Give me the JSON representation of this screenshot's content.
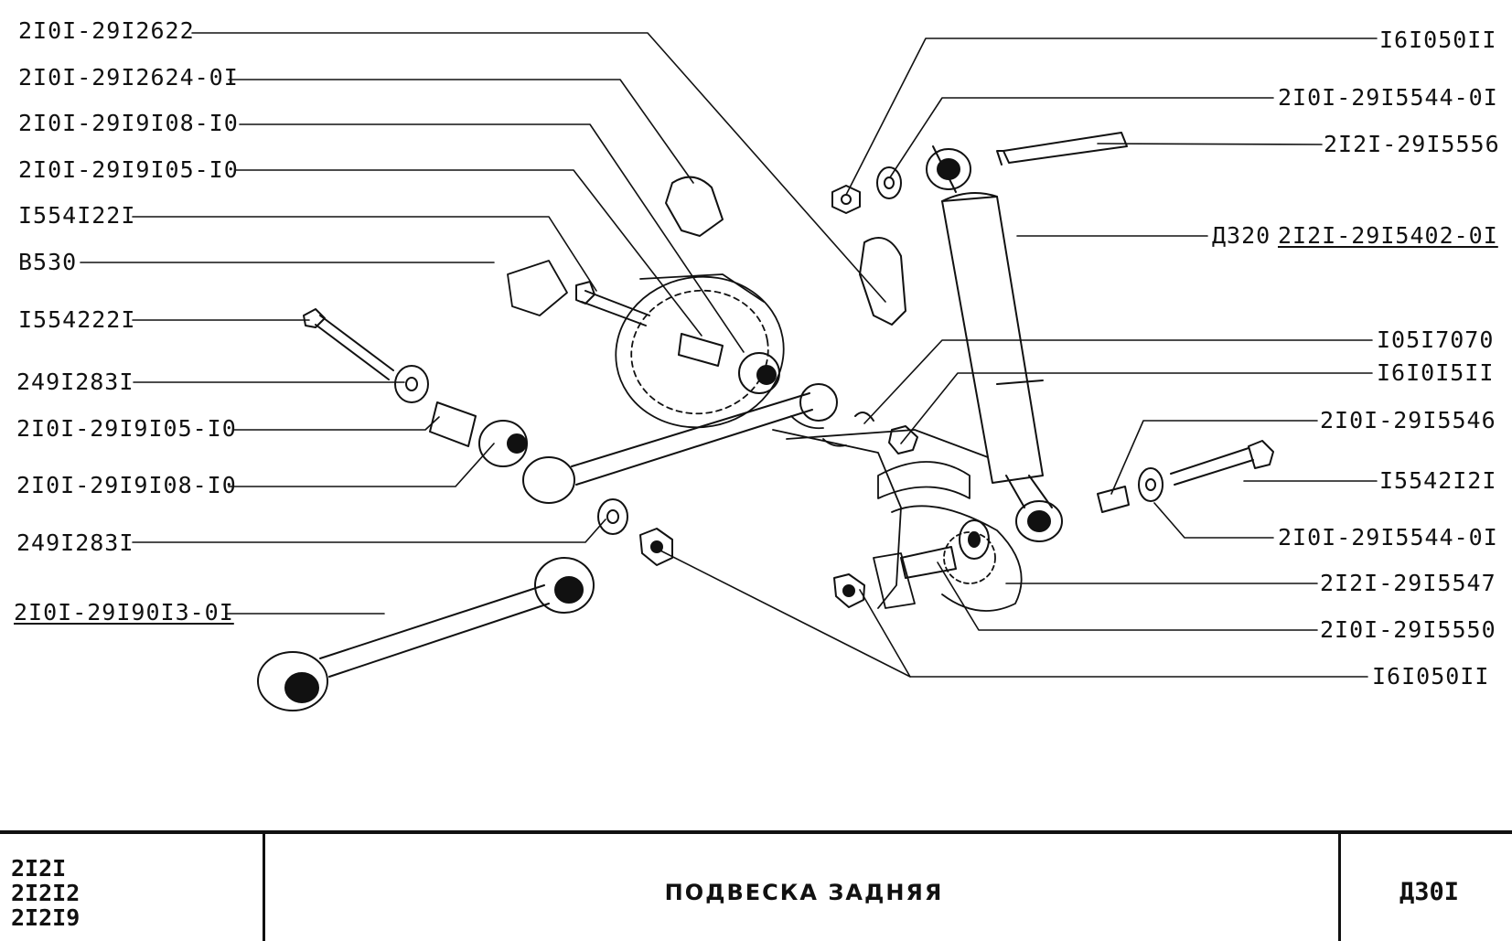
{
  "labels_left": [
    {
      "id": "l1",
      "text": "2I0I-29I2622"
    },
    {
      "id": "l2",
      "text": "2I0I-29I2624-0I"
    },
    {
      "id": "l3",
      "text": "2I0I-29I9I08-I0"
    },
    {
      "id": "l4",
      "text": "2I0I-29I9I05-I0"
    },
    {
      "id": "l5",
      "text": "I554I22I"
    },
    {
      "id": "l6",
      "text": "В530"
    },
    {
      "id": "l7",
      "text": "I554222I"
    },
    {
      "id": "l8",
      "text": "249I283I"
    },
    {
      "id": "l9",
      "text": "2I0I-29I9I05-I0"
    },
    {
      "id": "l10",
      "text": "2I0I-29I9I08-I0"
    },
    {
      "id": "l11",
      "text": "249I283I"
    },
    {
      "id": "l12",
      "text": "2I0I-29I90I3-0I"
    }
  ],
  "labels_right": [
    {
      "id": "r1",
      "text": "I6I050II"
    },
    {
      "id": "r2",
      "text": "2I0I-29I5544-0I"
    },
    {
      "id": "r3",
      "text": "2I2I-29I5556"
    },
    {
      "id": "r4a",
      "text": "Д320"
    },
    {
      "id": "r4b",
      "text": "2I2I-29I5402-0I"
    },
    {
      "id": "r5",
      "text": "I05I7070"
    },
    {
      "id": "r6",
      "text": "I6I0I5II"
    },
    {
      "id": "r7",
      "text": "2I0I-29I5546"
    },
    {
      "id": "r8",
      "text": "I5542I2I"
    },
    {
      "id": "r9",
      "text": "2I0I-29I5544-0I"
    },
    {
      "id": "r10",
      "text": "2I2I-29I5547"
    },
    {
      "id": "r11",
      "text": "2I0I-29I5550"
    },
    {
      "id": "r12",
      "text": "I6I050II"
    }
  ],
  "title_block": {
    "models": [
      "2I2I",
      "2I2I2",
      "2I2I9"
    ],
    "title": "ПОДВЕСКА ЗАДНЯЯ",
    "code": "Д30I"
  }
}
